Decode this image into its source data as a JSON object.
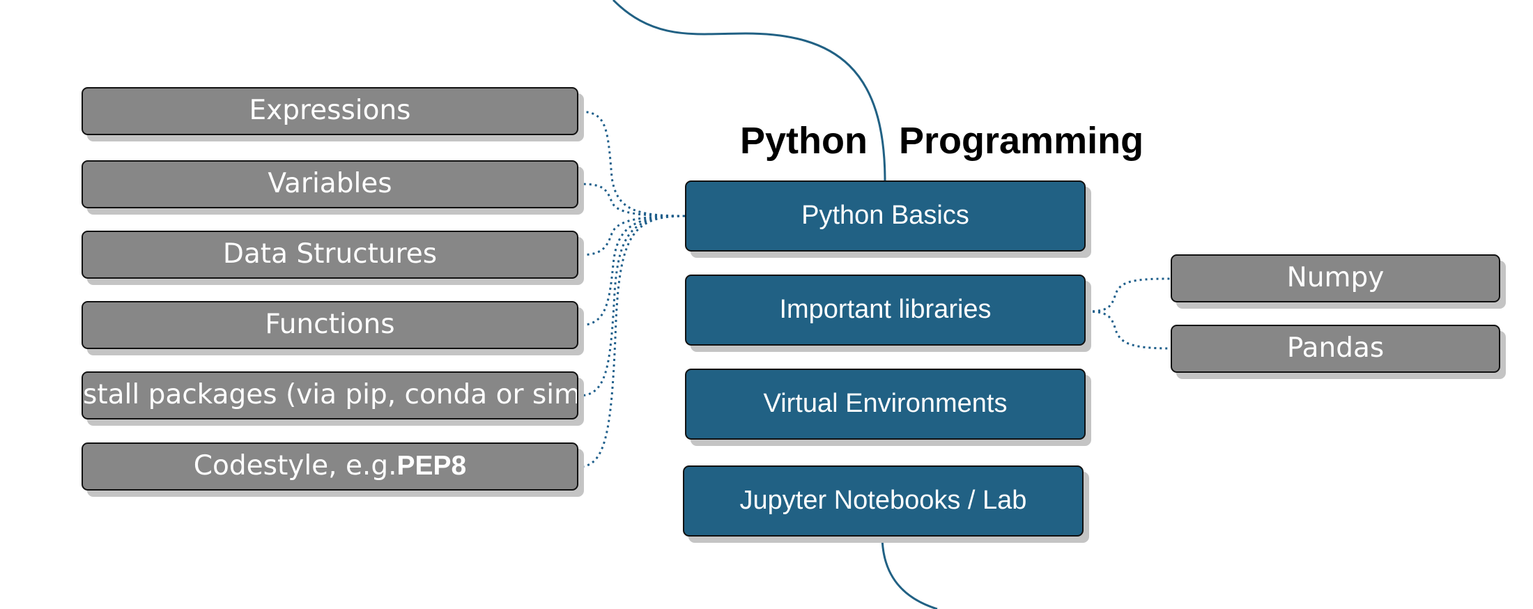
{
  "title": {
    "word1": "Python",
    "word2": "Programming"
  },
  "main_topics": [
    {
      "label": "Python Basics"
    },
    {
      "label": "Important libraries"
    },
    {
      "label": "Virtual Environments"
    },
    {
      "label": "Jupyter Notebooks / Lab"
    }
  ],
  "basics_subtopics": [
    {
      "label": "Expressions"
    },
    {
      "label": "Variables"
    },
    {
      "label": "Data Structures"
    },
    {
      "label": "Functions"
    },
    {
      "label": "stall packages (via pip, conda or simila"
    },
    {
      "label": "Codestyle, e.g. ",
      "strong": "PEP8"
    }
  ],
  "library_subtopics": [
    {
      "label": "Numpy"
    },
    {
      "label": "Pandas"
    }
  ],
  "colors": {
    "main_box": "#216184",
    "sub_box": "#878787",
    "shadow": "#c4c4c4",
    "connector": "#216184",
    "dotted_connector": "#1f5f8b"
  }
}
